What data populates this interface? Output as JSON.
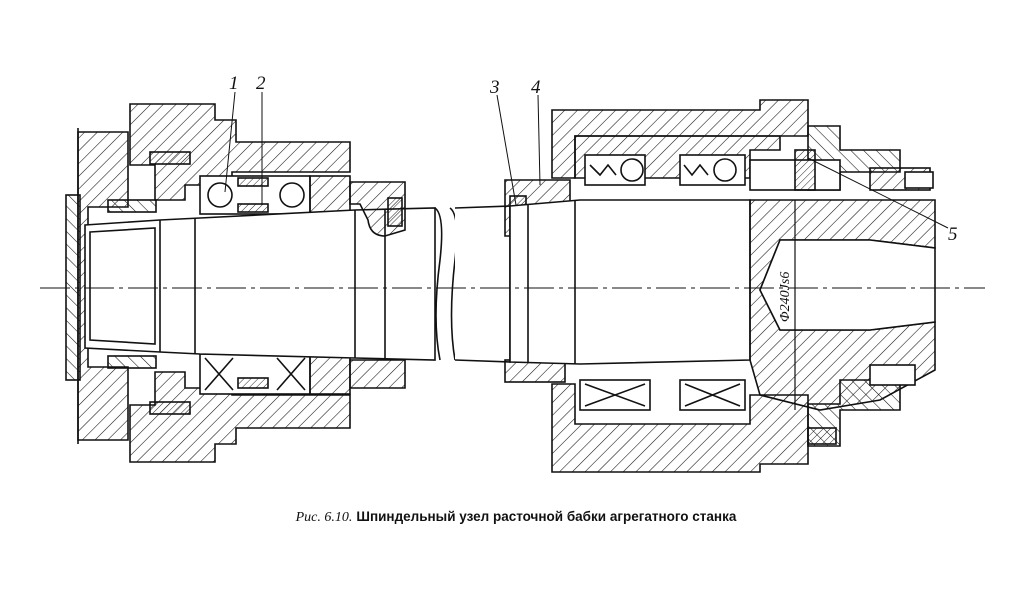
{
  "caption": {
    "figure_label": "Рис. 6.10.",
    "title": "Шпиндельный узел расточной бабки агрегатного станка"
  },
  "callouts": [
    "1",
    "2",
    "3",
    "4",
    "5"
  ],
  "dimension_label": "Φ240Js6",
  "colors": {
    "ink": "#111111",
    "paper": "#ffffff"
  }
}
